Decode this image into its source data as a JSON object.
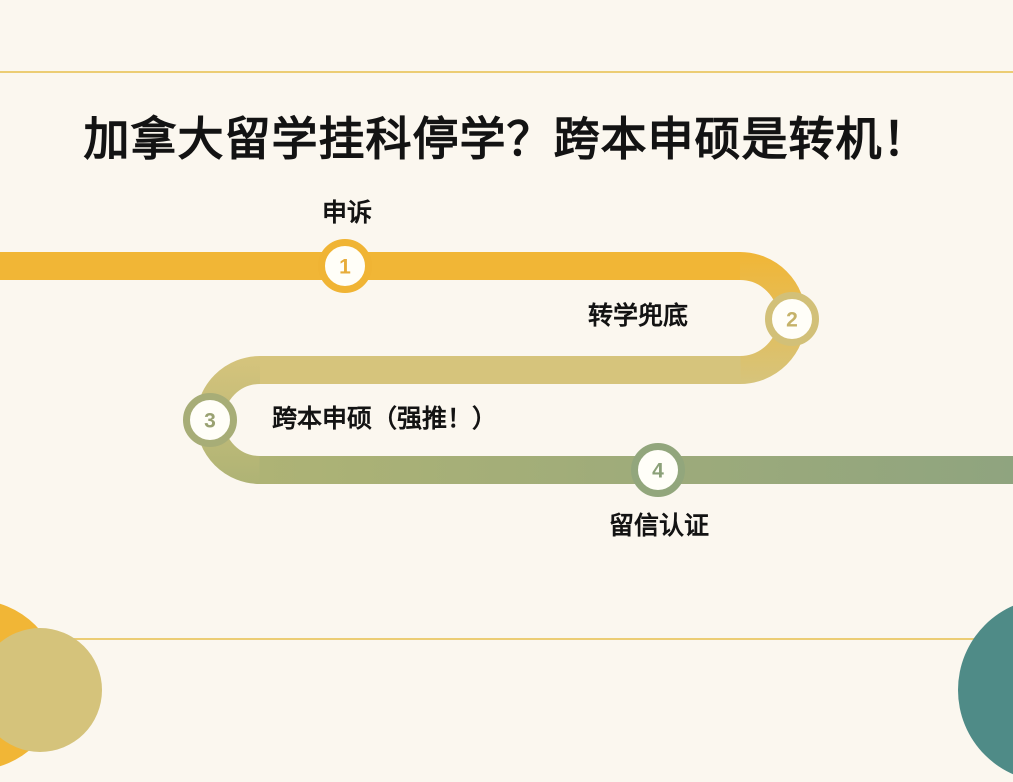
{
  "slide": {
    "title": "加拿大留学挂科停学？跨本申硕是转机！",
    "background_color": "#FBF7EF",
    "divider_color": "#ECCD74"
  },
  "roadmap": {
    "steps": [
      {
        "number": "1",
        "label": "申诉",
        "accent_color": "#F0B434"
      },
      {
        "number": "2",
        "label": "转学兜底",
        "accent_color": "#D2C078"
      },
      {
        "number": "3",
        "label": "跨本申硕（强推！）",
        "accent_color": "#A7AD77"
      },
      {
        "number": "4",
        "label": "留信认证",
        "accent_color": "#92A67C"
      }
    ],
    "path_gradient_colors": [
      "#F1B636",
      "#D6C47C",
      "#AEB375",
      "#8FA47F"
    ],
    "node_fill_color": "#FFFEF8"
  },
  "decorations": {
    "corner_circle_gold_color": "#F1B636",
    "corner_circle_khaki_color": "#D5C37B",
    "corner_circle_teal_color": "#4F8B87"
  }
}
